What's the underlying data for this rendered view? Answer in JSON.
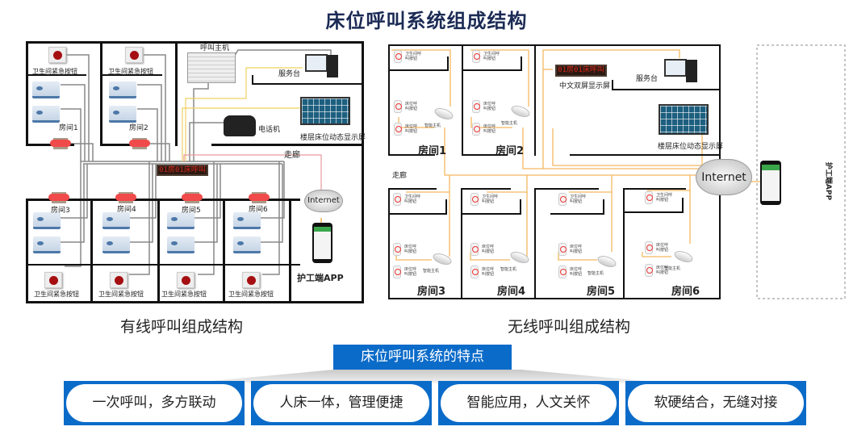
{
  "title": "床位呼叫系统组成结构",
  "wired": {
    "caption": "有线呼叫组成结构",
    "rooms": [
      "房间1",
      "房间2",
      "房间3",
      "房间4",
      "房间5",
      "房间6"
    ],
    "bath_button": "卫生间紧急按钮",
    "host": "呼叫主机",
    "service_desk": "服务台",
    "phone": "电话机",
    "floor_screen": "楼层床位动态显示屏",
    "corridor": "走廊",
    "led_text": "01房01床呼叫",
    "internet": "Internet",
    "app": "护工端APP"
  },
  "wireless": {
    "caption": "无线呼叫组成结构",
    "rooms": [
      "房间1",
      "房间2",
      "房间3",
      "房间4",
      "房间5",
      "房间6"
    ],
    "bath_call": "卫生间呼叫按钮",
    "bed_call": "床位呼叫按钮",
    "smart_host": "智能主机",
    "led_text": "01房01床呼叫",
    "dual_screen": "中文双屏显示屏",
    "service_desk": "服务台",
    "floor_screen": "楼层床位动态显示屏",
    "corridor": "走廊",
    "internet": "Internet",
    "app": "护工端APP"
  },
  "features": {
    "header": "床位呼叫系统的特点",
    "items": [
      "一次呼叫，多方联动",
      "人床一体，管理便捷",
      "智能应用，人文关怀",
      "软硬结合，无缝对接"
    ]
  },
  "colors": {
    "accent": "#0b6bc9",
    "wire_wireless": "#f5b860"
  }
}
